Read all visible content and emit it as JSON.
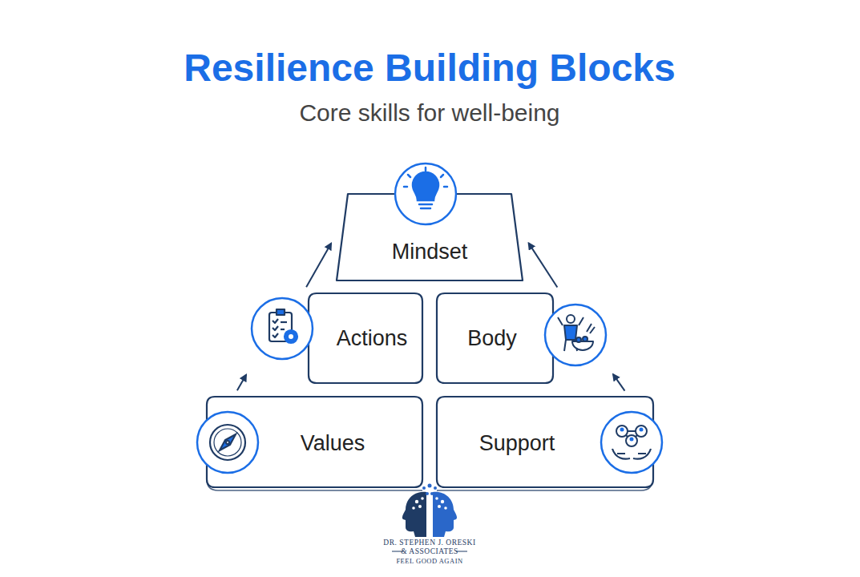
{
  "diagram": {
    "title": "Resilience Building Blocks",
    "caption": "Core skills for well-being",
    "nodes": [
      {
        "text": [
          "Mindset"
        ]
      },
      {
        "text": [
          "Actions"
        ]
      },
      {
        "text": [
          "Body"
        ]
      },
      {
        "text": [
          "Values"
        ]
      },
      {
        "text": [
          "Support"
        ]
      }
    ],
    "edges": [
      {
        "from": 3,
        "to": 1,
        "arrow": "to"
      },
      {
        "from": 1,
        "to": 0,
        "arrow": "to"
      },
      {
        "from": 4,
        "to": 2,
        "arrow": "to"
      },
      {
        "from": 2,
        "to": 0,
        "arrow": "to"
      }
    ],
    "labels": [
      "DR. STEPHEN J. ORESKI",
      "& ASSOCIATES",
      "FEEL GOOD AGAIN"
    ]
  }
}
